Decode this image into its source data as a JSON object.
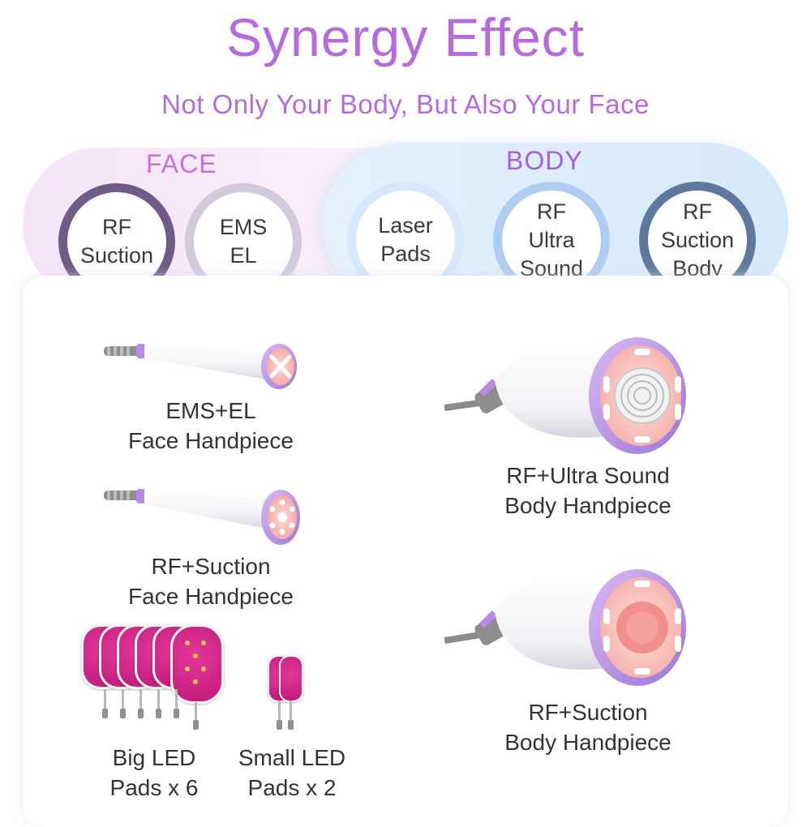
{
  "header": {
    "title": "Synergy Effect",
    "subtitle": "Not Only Your Body, But Also Your Face"
  },
  "colors": {
    "title": "#b66ae0",
    "face_label": "#c273d8",
    "body_label": "#a35fe0",
    "ring_rf_suction_face": "#6f5b86",
    "ring_ems_el": "#d3c9dd",
    "ring_laser_pads": "#d6e8fa",
    "ring_rf_ultra_sound": "#aecdf0",
    "ring_rf_suction_body": "#5d7a9e",
    "handpiece_accent": "#b98be6",
    "pad_color": "#cf2288"
  },
  "face_group": {
    "label": "FACE",
    "items": [
      {
        "label": "RF\nSuction"
      },
      {
        "label": "EMS\nEL"
      }
    ]
  },
  "body_group": {
    "label": "BODY",
    "items": [
      {
        "label": "Laser\nPads"
      },
      {
        "label": "RF\nUltra\nSound"
      },
      {
        "label": "RF\nSuction\nBody"
      }
    ]
  },
  "products": {
    "ems_el_face": "EMS+EL\nFace Handpiece",
    "rf_suction_face": "RF+Suction\nFace Handpiece",
    "rf_ultra_sound_body": "RF+Ultra Sound\nBody Handpiece",
    "rf_suction_body": "RF+Suction\nBody Handpiece",
    "big_led_pads": "Big LED\nPads x 6",
    "small_led_pads": "Small LED\nPads x 2"
  },
  "icons": {
    "ems_el_face": "face-handpiece-icon",
    "rf_suction_face": "face-handpiece-icon",
    "rf_ultra_sound_body": "body-handpiece-icon",
    "rf_suction_body": "body-handpiece-icon",
    "big_led_pads": "led-pad-icon",
    "small_led_pads": "led-pad-icon"
  }
}
